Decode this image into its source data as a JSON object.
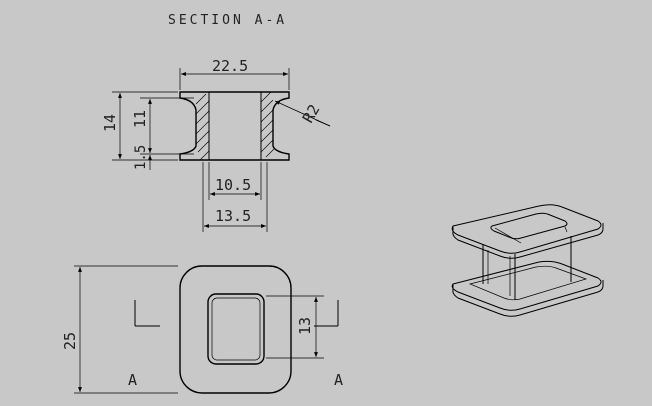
{
  "section_title": "SECTION A-A",
  "dimensions": {
    "overall_width": "22.5",
    "overall_height": "14",
    "inner_height": "11",
    "flange_thickness": "1.5",
    "bore_width": "10.5",
    "outer_core_width": "13.5",
    "fillet_radius": "R2",
    "plan_size": "25",
    "window_size": "13"
  },
  "section_markers": {
    "left": "A",
    "right": "A"
  }
}
